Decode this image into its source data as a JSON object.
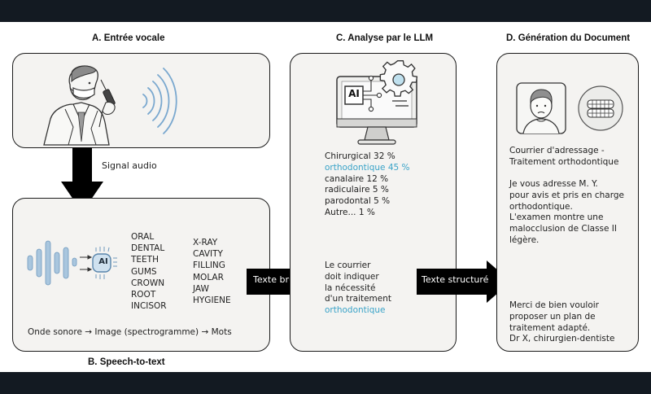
{
  "titles": {
    "a": "A. Entrée vocale",
    "b": "B. Speech-to-text",
    "c": "C. Analyse par le LLM",
    "d": "D. Génération du Document"
  },
  "arrows": {
    "signal": "Signal audio",
    "raw": "Texte brut",
    "structured": "Texte structuré"
  },
  "speech_to_text": {
    "ai_badge": "AI",
    "words_col1": [
      "ORAL",
      "DENTAL",
      "TEETH",
      "GUMS",
      "CROWN",
      "ROOT",
      "INCISOR"
    ],
    "words_col2": [
      "X-RAY",
      "CAVITY",
      "FILLING",
      "MOLAR",
      "JAW",
      "HYGIENE"
    ],
    "pipeline": "Onde sonore → Image (spectrogramme) → Mots"
  },
  "llm": {
    "ai_badge": "AI",
    "classes": [
      {
        "label": "Chirurgical 32 %",
        "highlight": false
      },
      {
        "label": "orthodontique 45 %",
        "highlight": true
      },
      {
        "label": "canalaire 12 %",
        "highlight": false
      },
      {
        "label": "radiculaire 5 %",
        "highlight": false
      },
      {
        "label": "parodontal 5 %",
        "highlight": false
      },
      {
        "label": "Autre... 1 %",
        "highlight": false
      }
    ],
    "conclusion_lines": [
      "Le courrier",
      "doit indiquer",
      "la nécessité",
      "d'un traitement"
    ],
    "conclusion_highlight": "orthodontique"
  },
  "document": {
    "subject_lines": [
      "Courrier d'adressage -",
      "Traitement orthodontique"
    ],
    "body_lines": [
      "Je vous adresse M. Y.",
      "pour avis et pris en charge",
      "orthodontique.",
      "L'examen montre une",
      "malocclusion de Classe II",
      "légère."
    ],
    "closing_lines": [
      "Merci de bien vouloir",
      "proposer un plan de",
      "traitement adapté.",
      "Dr X, chirurgien-dentiste"
    ]
  },
  "colors": {
    "highlight": "#3aa3c8",
    "frame": "#131a22",
    "box_bg": "#f4f3f1"
  }
}
